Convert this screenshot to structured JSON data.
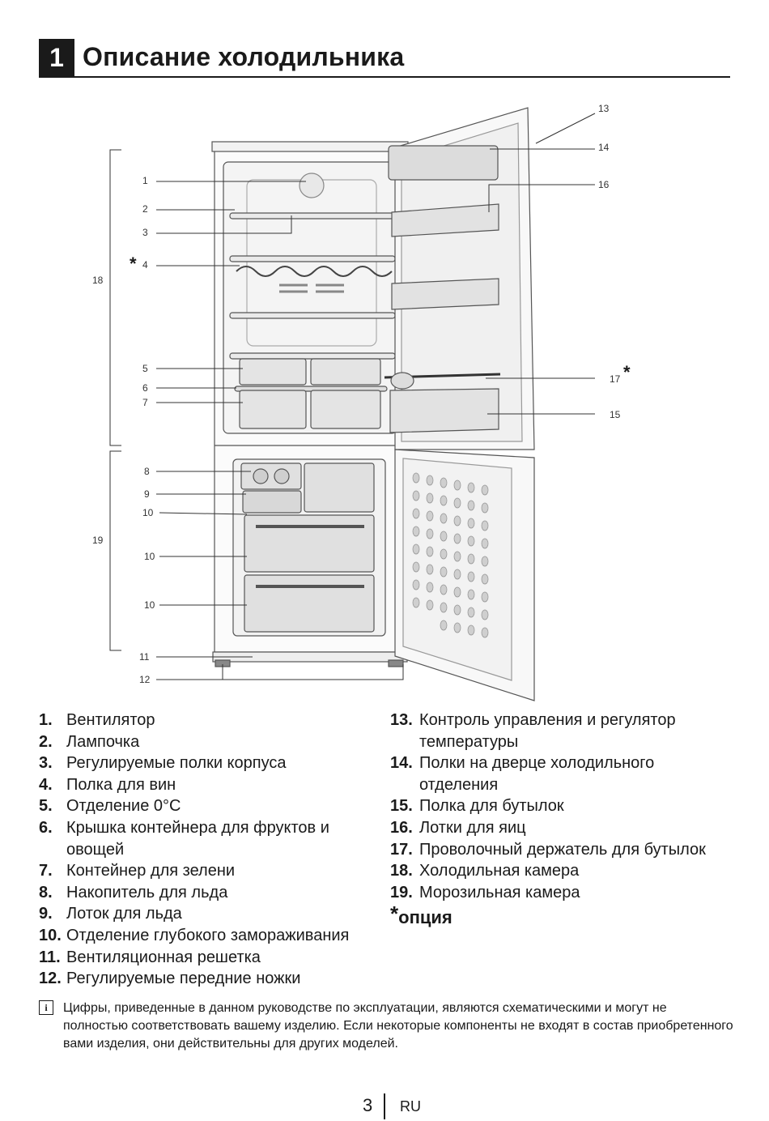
{
  "header": {
    "number": "1",
    "title": "Описание холодильника"
  },
  "diagram": {
    "callouts": [
      "1",
      "2",
      "3",
      "4",
      "5",
      "6",
      "7",
      "8",
      "9",
      "10",
      "10",
      "10",
      "11",
      "12",
      "13",
      "14",
      "15",
      "16",
      "17",
      "18",
      "19"
    ],
    "asterisk": "*"
  },
  "legend_left": [
    {
      "num": "1.",
      "text": "Вентилятор"
    },
    {
      "num": "2.",
      "text": "Лампочка"
    },
    {
      "num": "3.",
      "text": "Регулируемые полки корпуса"
    },
    {
      "num": "4.",
      "text": "Полка для вин"
    },
    {
      "num": "5.",
      "text": "Отделение 0°C"
    },
    {
      "num": "6.",
      "text": "Крышка контейнера для фруктов и овощей"
    },
    {
      "num": "7.",
      "text": "Контейнер для зелени"
    },
    {
      "num": "8.",
      "text": "Накопитель для льда"
    },
    {
      "num": "9.",
      "text": "Лоток для льда"
    },
    {
      "num": "10.",
      "text": "Отделение глубокого замораживания"
    },
    {
      "num": "11.",
      "text": "Вентиляционная решетка"
    },
    {
      "num": "12.",
      "text": "Регулируемые передние ножки"
    }
  ],
  "legend_right": [
    {
      "num": "13.",
      "text": "Контроль управления и регулятор температуры"
    },
    {
      "num": "14.",
      "text": "Полки на дверце холодильного отделения"
    },
    {
      "num": "15.",
      "text": "Полка для бутылок"
    },
    {
      "num": "16.",
      "text": "Лотки для яиц"
    },
    {
      "num": "17.",
      "text": "Проволочный держатель для бутылок"
    },
    {
      "num": "18.",
      "text": "Холодильная камера"
    },
    {
      "num": "19.",
      "text": "Морозильная камера"
    }
  ],
  "option": {
    "star": "*",
    "label": "опция"
  },
  "note": {
    "icon": "info-icon",
    "text": "Цифры, приведенные в данном руководстве по эксплуатации, являются схематическими и могут не полностью соответствовать вашему изделию. Если некоторые компоненты не входят в состав приобретенного вами изделия, они действительны для других моделей."
  },
  "footer": {
    "page": "3",
    "lang": "RU"
  }
}
